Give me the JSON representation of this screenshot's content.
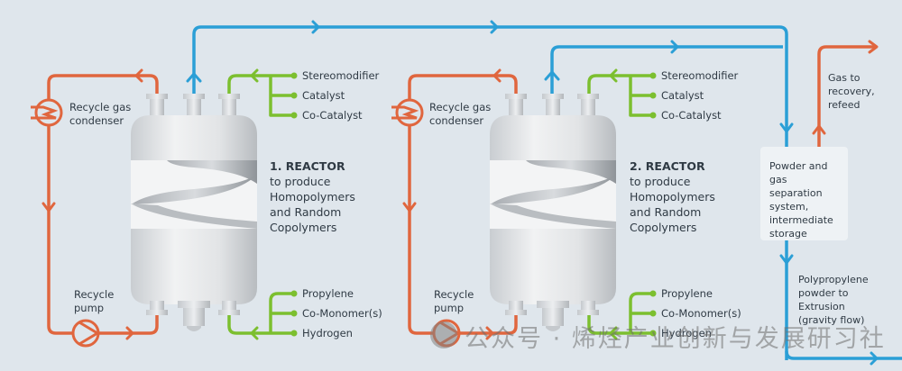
{
  "colors": {
    "background": "#dfe6ec",
    "recycle_line": "#e0663e",
    "product_line": "#2b9fd6",
    "feed_line": "#7cbf2f",
    "text": "#2f3a44"
  },
  "reactor1": {
    "title": "1. REACTOR",
    "subtitle_lines": [
      "to produce",
      "Homopolymers",
      "and Random",
      "Copolymers"
    ],
    "condenser_label": [
      "Recycle gas",
      "condenser"
    ],
    "pump_label": [
      "Recycle",
      "pump"
    ],
    "top_feeds": [
      "Stereomodifier",
      "Catalyst",
      "Co-Catalyst"
    ],
    "bottom_feeds": [
      "Propylene",
      "Co-Monomer(s)",
      "Hydrogen"
    ]
  },
  "reactor2": {
    "title": "2. REACTOR",
    "subtitle_lines": [
      "to produce",
      "Homopolymers",
      "and Random",
      "Copolymers"
    ],
    "condenser_label": [
      "Recycle gas",
      "condenser"
    ],
    "pump_label": [
      "Recycle",
      "pump"
    ],
    "top_feeds": [
      "Stereomodifier",
      "Catalyst",
      "Co-Catalyst"
    ],
    "bottom_feeds": [
      "Propylene",
      "Co-Monomer(s)",
      "Hydrogen"
    ]
  },
  "separation_box": {
    "lines": [
      "Powder and",
      "gas separation",
      "system,",
      "intermediate",
      "storage"
    ]
  },
  "gas_recovery_label": [
    "Gas to",
    "recovery,",
    "refeed"
  ],
  "output_label": [
    "Polypropylene",
    "powder to",
    "Extrusion",
    "(gravity flow)"
  ],
  "watermark": "公众号 · 烯烃产业创新与发展研习社"
}
